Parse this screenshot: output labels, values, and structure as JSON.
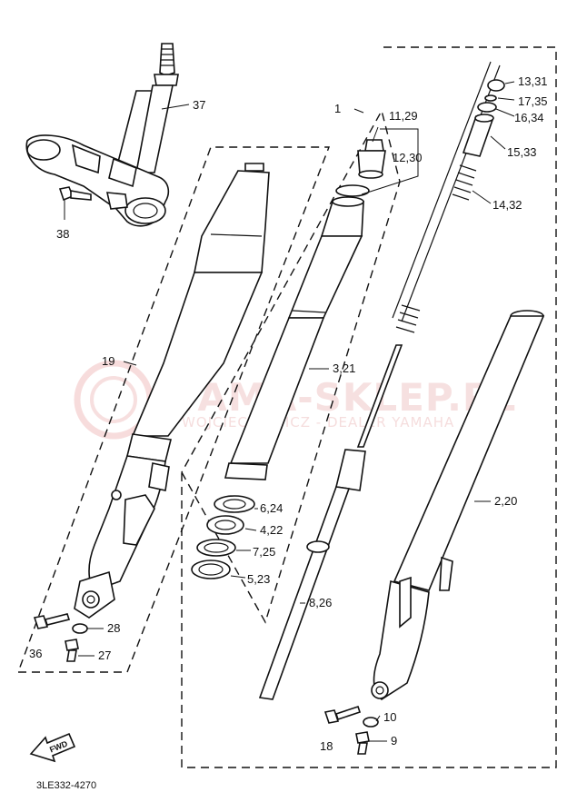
{
  "watermark": {
    "title": "YAMA-SKLEP.PL",
    "subtitle": "WOJCIECHOWICZ - DEALER YAMAHA"
  },
  "diagram_code": "3LE332-4270",
  "fwd_label": "FWD",
  "callouts": {
    "c1": "1",
    "c2_20": "2,20",
    "c3_21": "3,21",
    "c4_22": "4,22",
    "c5_23": "5,23",
    "c6_24": "6,24",
    "c7_25": "7,25",
    "c8_26": "8,26",
    "c9": "9",
    "c10": "10",
    "c11_29": "11,29",
    "c12_30": "12,30",
    "c13_31": "13,31",
    "c14_32": "14,32",
    "c15_33": "15,33",
    "c16_34": "16,34",
    "c17_35": "17,35",
    "c18": "18",
    "c19": "19",
    "c27": "27",
    "c28": "28",
    "c36": "36",
    "c37": "37",
    "c38": "38"
  }
}
